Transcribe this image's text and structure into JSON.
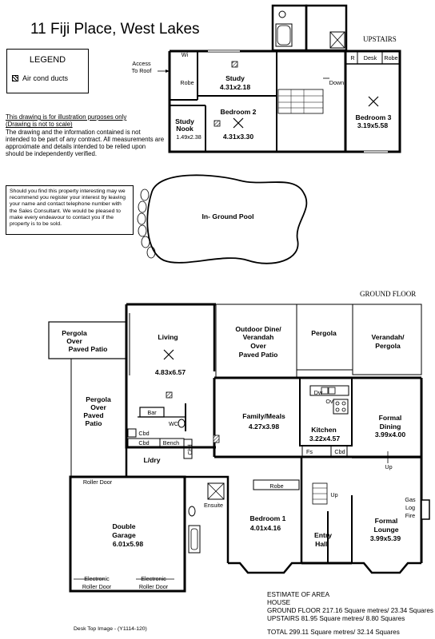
{
  "title": "11 Fiji Place, West Lakes",
  "legend": {
    "title": "LEGEND",
    "item_label": "Air cond ducts"
  },
  "disclaimer": {
    "line1": "This drawing is for illustration purposes only",
    "line2": "(Drawing is not to scale)",
    "body": "The drawing and the information contained is not intended to be part of any contract.  All measurements are approximate and details intended to be relied upon should be independently verified."
  },
  "interest_note": "Should you find this property interesting may we recommend you register your interest by leaving your name and contact telephone number with the Sales Consultant. We would be pleased to make every endeavour to contact you if the property is to be sold.",
  "upstairs": {
    "label": "UPSTAIRS",
    "access": [
      "Access",
      "To Roof"
    ],
    "wi_robe": [
      "Wi",
      "Robe"
    ],
    "study": {
      "name": "Study",
      "size": "4.31x2.18"
    },
    "study_nook": {
      "name": [
        "Study",
        "Nook"
      ],
      "size": "1.49x2.38"
    },
    "bedroom2": {
      "name": "Bedroom 2",
      "size": "4.31x3.30"
    },
    "bedroom3": {
      "name": "Bedroom 3",
      "size": "3.19x5.58"
    },
    "down": "Down",
    "robe_r": "R",
    "desk": "Desk",
    "robe": "Robe"
  },
  "pool": "In- Ground Pool",
  "ground": {
    "label": "GROUND FLOOR",
    "pergola_left": [
      "Pergola",
      "Over",
      "Paved Patio"
    ],
    "pergola_left2": [
      "Pergola",
      "Over",
      "Paved",
      "Patio"
    ],
    "living": {
      "name": "Living",
      "size": "4.83x6.57"
    },
    "outdoor": [
      "Outdoor Dine/",
      "Verandah",
      "Over",
      "Paved Patio"
    ],
    "pergola_mid": "Pergola",
    "verandah": [
      "Verandah/",
      "Pergola"
    ],
    "bar": "Bar",
    "wc": "WC",
    "family": {
      "name": "Family/Meals",
      "size": "4.27x3.98"
    },
    "kitchen": {
      "name": "Kitchen",
      "size": "3.22x4.57"
    },
    "dw": "Dw",
    "ov": "Ov",
    "fs": "Fs",
    "cbd": "Cbd",
    "bench": "Bench",
    "ldry": "L/dry",
    "dining": {
      "name": [
        "Formal",
        "Dining"
      ],
      "size": "3.99x4.00"
    },
    "up": "Up",
    "roller_door": "Roller Door",
    "robe": "Robe",
    "ensuite": "Ensuite",
    "gas_fire": [
      "Gas",
      "Log",
      "Fire"
    ],
    "garage": {
      "name": [
        "Double",
        "Garage"
      ],
      "size": "6.01x5.98"
    },
    "bedroom1": {
      "name": "Bedroom 1",
      "size": "4.01x4.16"
    },
    "entry": [
      "Entry",
      "Hall"
    ],
    "lounge": {
      "name": [
        "Formal",
        "Lounge"
      ],
      "size": "3.99x5.39"
    },
    "erd": [
      "Electronic",
      "Roller Door"
    ]
  },
  "estimate": {
    "title": "ESTIMATE OF AREA",
    "house": "HOUSE",
    "ground": "GROUND FLOOR 217.16 Square metres/  23.34 Squares",
    "upstairs": "UPSTAIRS 81.95 Square metres/  8.80 Squares",
    "total": "TOTAL  299.11 Square metres/  32.14 Squares"
  },
  "footer": "Desk Top Image - (Y1114-120)"
}
